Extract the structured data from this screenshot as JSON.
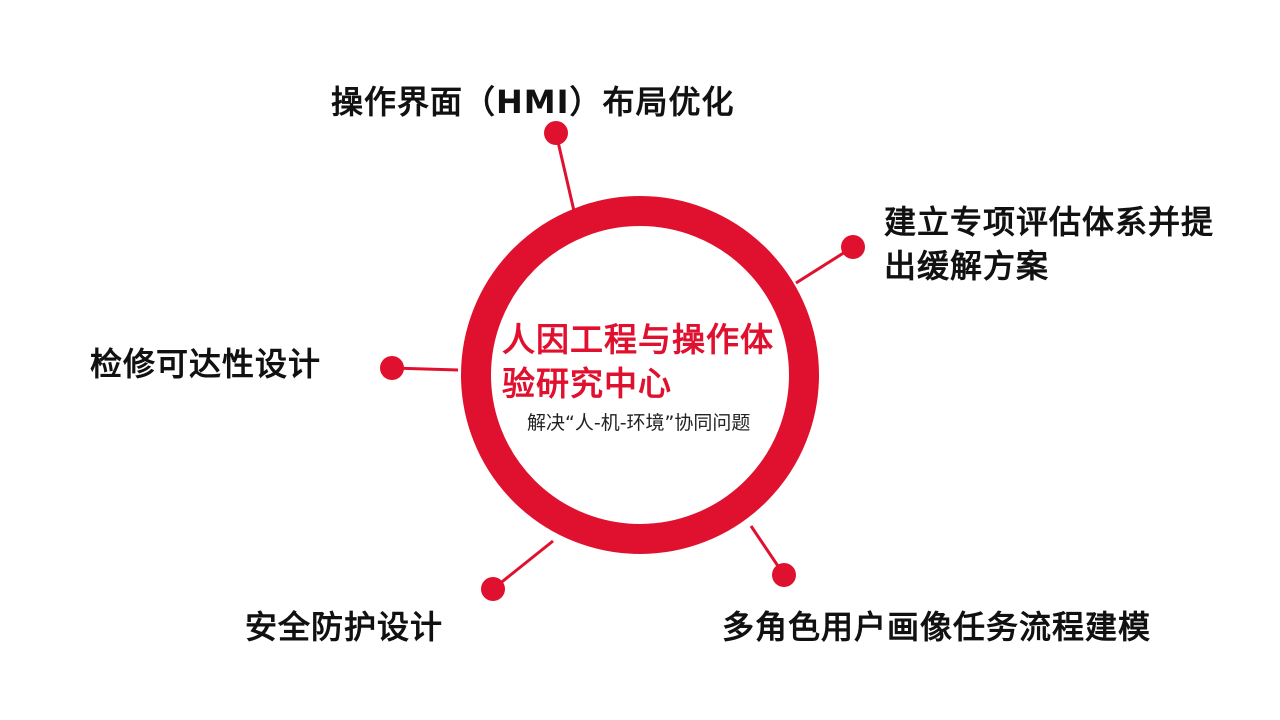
{
  "colors": {
    "accent": "#E0102F",
    "text": "#111111",
    "background": "#FFFFFF"
  },
  "center": {
    "title": "人因工程与操作体验研究中心",
    "subtitle": "解决“人-机-环境”协同问题"
  },
  "branches": [
    {
      "label": "操作界面（HMI）布局优化"
    },
    {
      "label": "建立专项评估体系并提出缓解方案"
    },
    {
      "label": "检修可达性设计"
    },
    {
      "label": "安全防护设计"
    },
    {
      "label": "多角色用户画像任务流程建模"
    }
  ]
}
